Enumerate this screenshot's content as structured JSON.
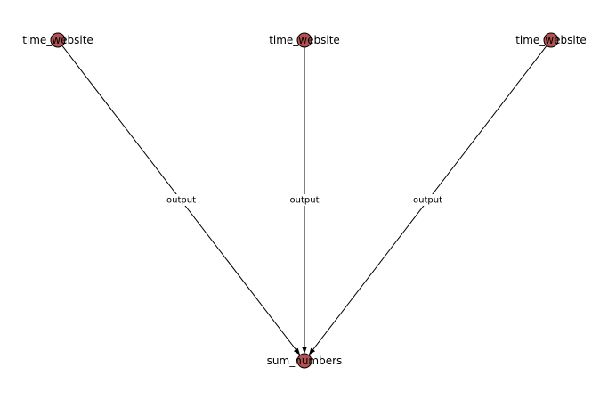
{
  "graph": {
    "node_color": "#b45252",
    "nodes": [
      {
        "id": "src1",
        "label": "time_website"
      },
      {
        "id": "src2",
        "label": "time_website"
      },
      {
        "id": "src3",
        "label": "time_website"
      },
      {
        "id": "sink",
        "label": "sum_numbers"
      }
    ],
    "edges": [
      {
        "from": "src1",
        "to": "sink",
        "label": "output"
      },
      {
        "from": "src2",
        "to": "sink",
        "label": "output"
      },
      {
        "from": "src3",
        "to": "sink",
        "label": "output"
      }
    ]
  }
}
